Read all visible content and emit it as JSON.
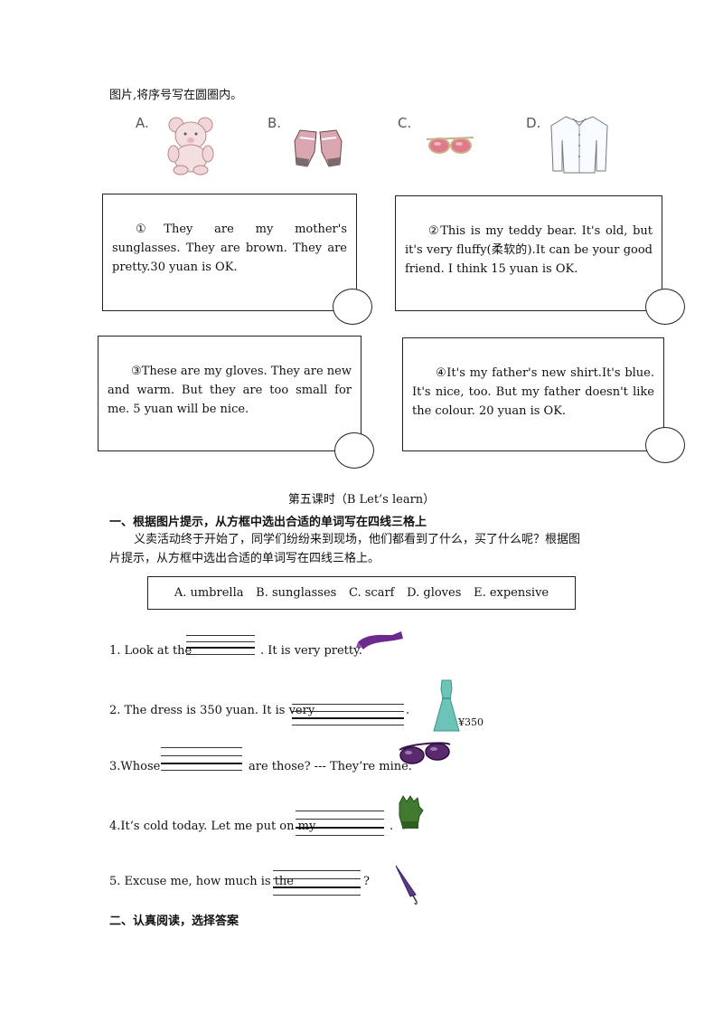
{
  "intro_line": "图片,将序号写在圆圈内。",
  "picture_labels": [
    "A.",
    "B.",
    "C.",
    "D."
  ],
  "picture_icons": [
    "teddy-bear-icon",
    "gloves-icon",
    "sunglasses-icon",
    "shirt-icon"
  ],
  "passages": [
    "①They are my mother's sunglasses. They are brown. They are pretty.30 yuan is OK.",
    "②This is my teddy bear. It's old, but it's very fluffy(柔软的).It can be your good friend. I think 15 yuan is OK.",
    "③These are my gloves. They are new and warm. But they are too small for me. 5 yuan will be nice.",
    "④It's my father's new shirt.It's blue. It's nice, too. But my father doesn't like the colour. 20 yuan is OK."
  ],
  "lesson_title": "第五课时（B Let’s learn）",
  "section1": {
    "title": "一、根据图片提示，从方框中选出合适的单词写在四线三格上",
    "instruction_line1": "义卖活动终于开始了，同学们纷纷来到现场，他们都看到了什么，买了什么呢？根据图",
    "instruction_line2": "片提示，从方框中选出合适的单词写在四线三格上。",
    "options": [
      "A. umbrella",
      "B. sunglasses",
      "C. scarf",
      "D. gloves",
      "E. expensive"
    ]
  },
  "questions": [
    {
      "before": "1. Look at the",
      "after": ". It is very pretty."
    },
    {
      "before": "2. The dress is 350 yuan. It is very",
      "after": "."
    },
    {
      "before": "3.Whose",
      "after": "are those? --- They’re mine."
    },
    {
      "before": "4.It’s cold today. Let me put on my",
      "after": "."
    },
    {
      "before": "5. Excuse me, how much is the",
      "after": "?"
    }
  ],
  "price_tag": "¥350",
  "colors": {
    "scarf": "#6b2a8c",
    "dress": "#6cc3b8",
    "sunglasses": "#5a2a6e",
    "gloves": "#3f7a2e",
    "umbrella": "#5a3a8a"
  },
  "section2": {
    "title": "二、认真阅读，选择答案"
  }
}
